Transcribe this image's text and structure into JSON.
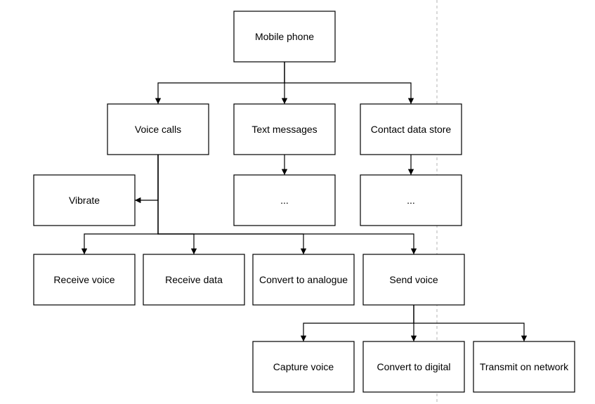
{
  "nodes": [
    {
      "id": "mobile-phone",
      "label": "Mobile phone"
    },
    {
      "id": "voice-calls",
      "label": "Voice calls"
    },
    {
      "id": "text-messages",
      "label": "Text messages"
    },
    {
      "id": "contact-data-store",
      "label": "Contact data store"
    },
    {
      "id": "vibrate",
      "label": "Vibrate"
    },
    {
      "id": "text-messages-child",
      "label": "..."
    },
    {
      "id": "contact-data-store-child",
      "label": "..."
    },
    {
      "id": "receive-voice",
      "label": "Receive voice"
    },
    {
      "id": "receive-data",
      "label": "Receive data"
    },
    {
      "id": "convert-to-analogue",
      "label": "Convert to analogue"
    },
    {
      "id": "send-voice",
      "label": "Send voice"
    },
    {
      "id": "capture-voice",
      "label": "Capture voice"
    },
    {
      "id": "convert-to-digital",
      "label": "Convert to digital"
    },
    {
      "id": "transmit-on-network",
      "label": "Transmit on network"
    }
  ],
  "edges": [
    {
      "from": "mobile-phone",
      "to": "voice-calls"
    },
    {
      "from": "mobile-phone",
      "to": "text-messages"
    },
    {
      "from": "mobile-phone",
      "to": "contact-data-store"
    },
    {
      "from": "text-messages",
      "to": "text-messages-child"
    },
    {
      "from": "contact-data-store",
      "to": "contact-data-store-child"
    },
    {
      "from": "voice-calls",
      "to": "vibrate"
    },
    {
      "from": "voice-calls",
      "to": "receive-voice"
    },
    {
      "from": "voice-calls",
      "to": "receive-data"
    },
    {
      "from": "voice-calls",
      "to": "convert-to-analogue"
    },
    {
      "from": "voice-calls",
      "to": "send-voice"
    },
    {
      "from": "send-voice",
      "to": "capture-voice"
    },
    {
      "from": "send-voice",
      "to": "convert-to-digital"
    },
    {
      "from": "send-voice",
      "to": "transmit-on-network"
    }
  ]
}
